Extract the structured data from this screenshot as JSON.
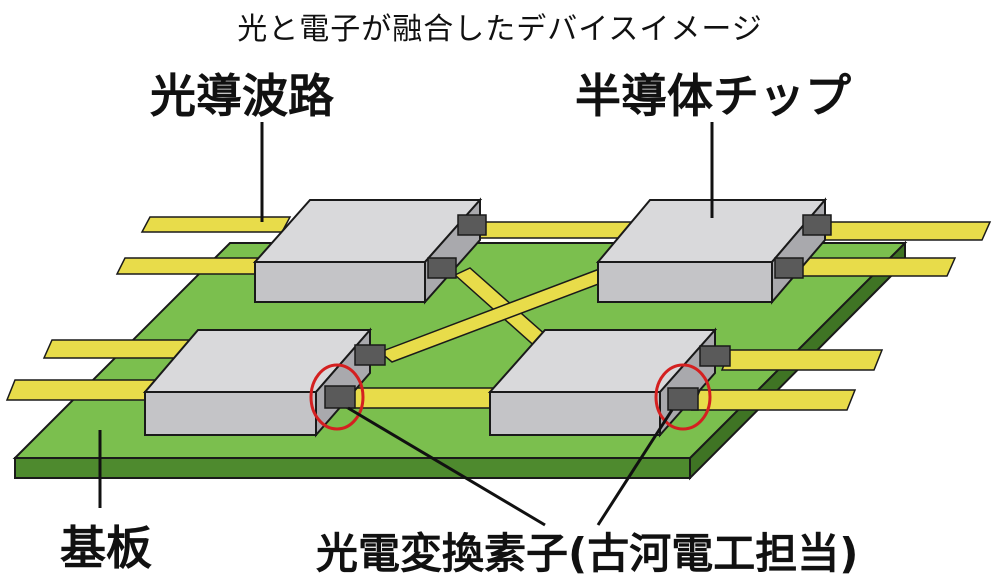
{
  "title": "光と電子が融合したデバイスイメージ",
  "labels": {
    "waveguide": "光導波路",
    "chip": "半導体チップ",
    "substrate": "基板",
    "converter": "光電変換素子(古河電工担当)"
  },
  "colors": {
    "substrate_top": "#7bbf4e",
    "substrate_side": "#4e8a2e",
    "waveguide": "#e8dc4a",
    "waveguide_edge": "#8a7f10",
    "chip_top": "#d9d9db",
    "chip_side": "#b9b9bc",
    "converter": "#5a5a5a",
    "highlight_circle": "#d42020",
    "leader_line": "#111111"
  }
}
